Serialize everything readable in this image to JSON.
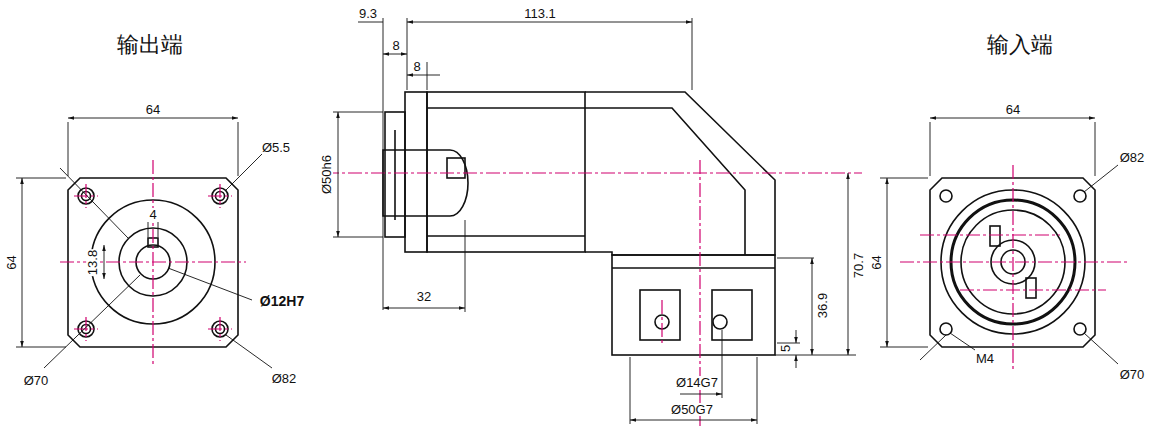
{
  "diagram": {
    "labels": [
      "输出端",
      "64",
      "Ø5.5",
      "4",
      "13.8",
      "64",
      "Ø12H7",
      "Ø70",
      "Ø82",
      "9.3",
      "113.1",
      "8",
      "8",
      "Ø50h6",
      "32",
      "70.7",
      "36.9",
      "5",
      "Ø14G7",
      "Ø50G7",
      "输入端",
      "64",
      "Ø82",
      "64",
      "M4",
      "Ø70"
    ]
  }
}
